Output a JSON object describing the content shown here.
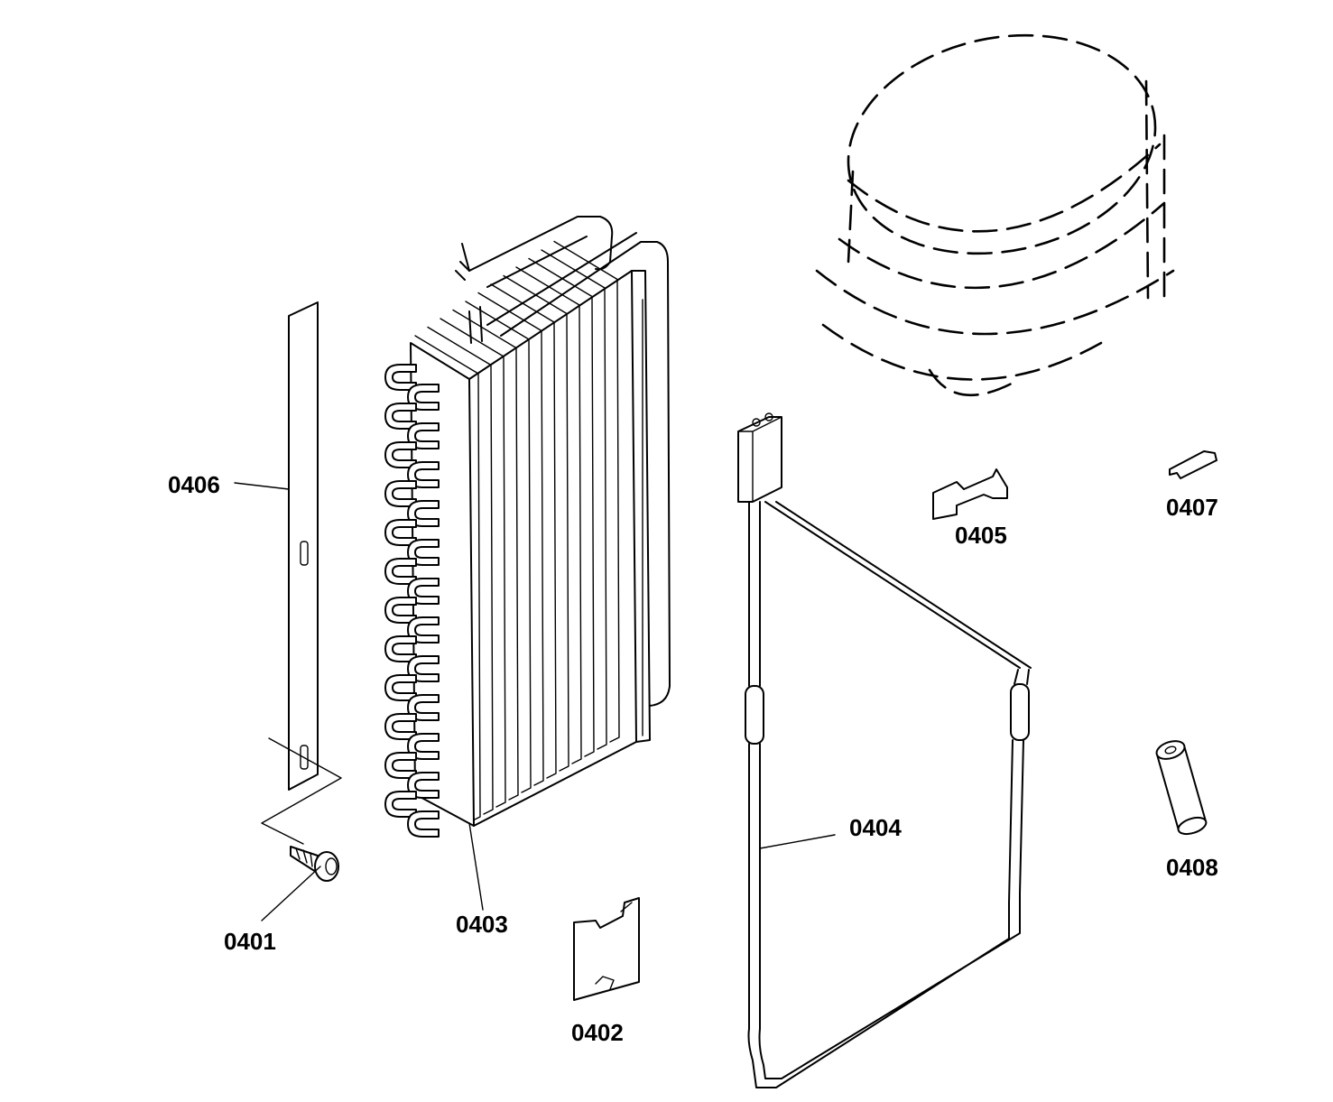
{
  "diagram": {
    "parts": [
      {
        "id": "p0401",
        "number": "0401"
      },
      {
        "id": "p0402",
        "number": "0402"
      },
      {
        "id": "p0403",
        "number": "0403"
      },
      {
        "id": "p0404",
        "number": "0404"
      },
      {
        "id": "p0405",
        "number": "0405"
      },
      {
        "id": "p0406",
        "number": "0406"
      },
      {
        "id": "p0407",
        "number": "0407"
      },
      {
        "id": "p0408",
        "number": "0408"
      }
    ]
  }
}
